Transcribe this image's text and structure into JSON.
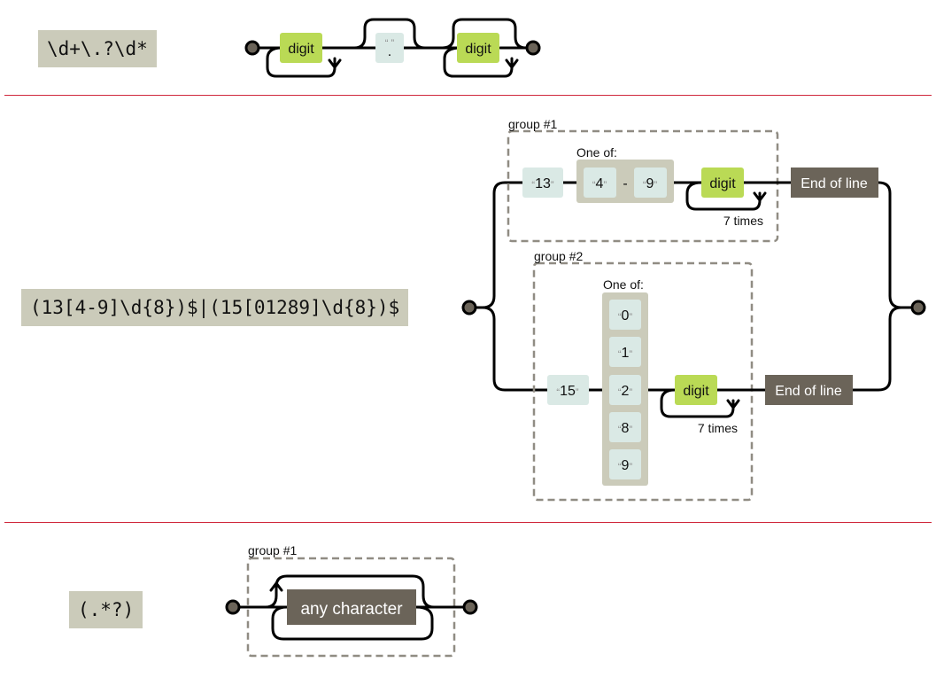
{
  "diagrams": [
    {
      "regex": "\\d+\\.?\\d*",
      "nodes": {
        "digit1": "digit",
        "dot_literal": ".",
        "digit2": "digit"
      }
    },
    {
      "regex": "(13[4-9]\\d{8})$|(15[01289]\\d{8})$",
      "group1": {
        "label": "group #1",
        "literal": "13",
        "one_of_label": "One of:",
        "range_from": "4",
        "range_sep": "-",
        "range_to": "9",
        "digit": "digit",
        "repeat_label": "7 times",
        "anchor": "End of line"
      },
      "group2": {
        "label": "group #2",
        "literal": "15",
        "one_of_label": "One of:",
        "options": [
          "0",
          "1",
          "2",
          "8",
          "9"
        ],
        "digit": "digit",
        "repeat_label": "7 times",
        "anchor": "End of line"
      }
    },
    {
      "regex": "(.*?)",
      "group1": {
        "label": "group #1",
        "node": "any character"
      }
    }
  ],
  "colors": {
    "regex_bg": "#cbcbba",
    "literal": "#dae9e5",
    "escape": "#bada55",
    "anchor": "#6b6459",
    "divider": "#d0283c",
    "group_border": "#908c83"
  }
}
